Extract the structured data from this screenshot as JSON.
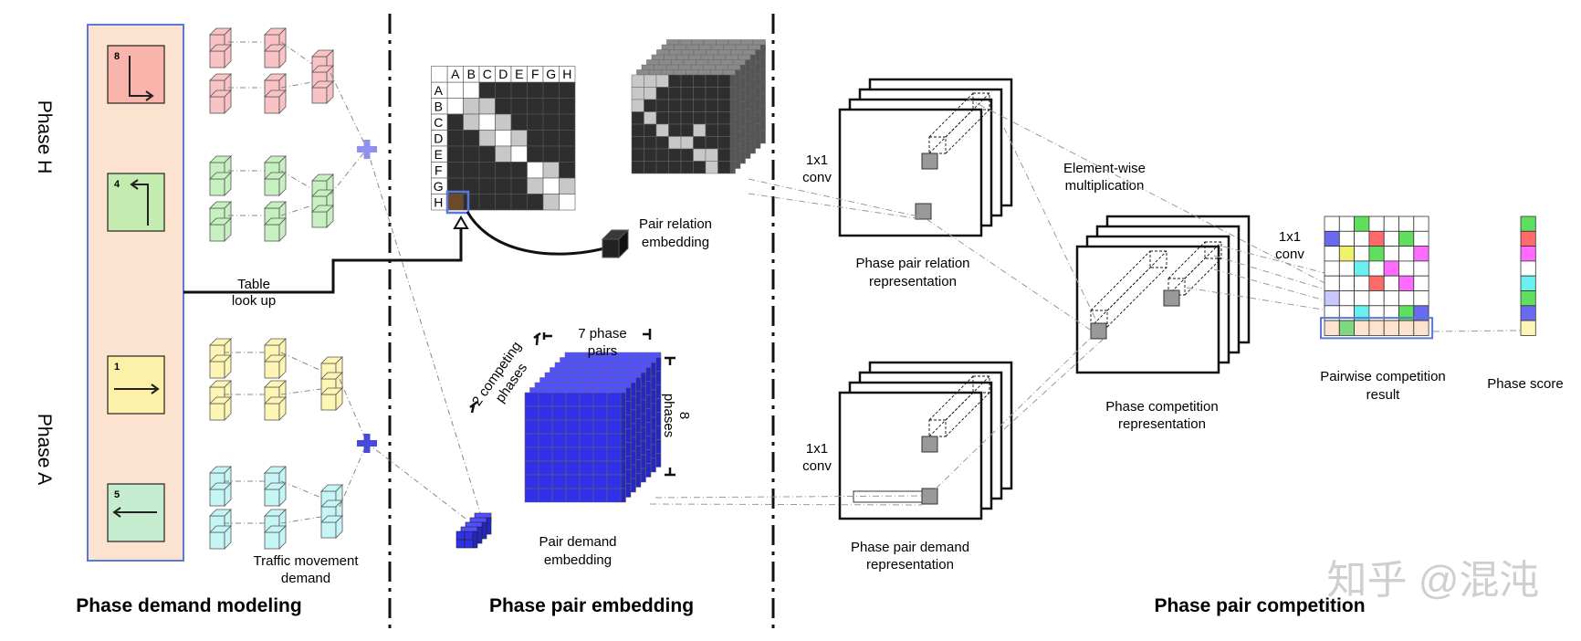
{
  "sections": {
    "left": "Phase demand modeling",
    "middle": "Phase pair embedding",
    "right": "Phase pair competition"
  },
  "phases": {
    "h": "Phase H",
    "a": "Phase A",
    "numbers": [
      "8",
      "4",
      "1",
      "5"
    ]
  },
  "labels": {
    "table_lookup_1": "Table",
    "table_lookup_2": "look up",
    "traffic_1": "Traffic movement",
    "traffic_2": "demand",
    "pair_relation_1": "Pair relation",
    "pair_relation_2": "embedding",
    "pair_demand_1": "Pair demand",
    "pair_demand_2": "embedding",
    "seven_1": "7 phase",
    "seven_2": "pairs",
    "competing_1": "2 competing",
    "competing_2": "phases",
    "eight_1": "8",
    "eight_2": "phases",
    "conv_1": "1x1",
    "conv_2": "conv",
    "ppr_1": "Phase pair relation",
    "ppr_2": "representation",
    "ppd_1": "Phase pair demand",
    "ppd_2": "representation",
    "elem_1": "Element-wise",
    "elem_2": "multiplication",
    "pcr_1": "Phase competition",
    "pcr_2": "representation",
    "pwc_1": "Pairwise competition",
    "pwc_2": "result",
    "score": "Phase score",
    "watermark": "知乎 @混沌"
  },
  "matrix": {
    "cols": [
      "A",
      "B",
      "C",
      "D",
      "E",
      "F",
      "G",
      "H"
    ],
    "rows": [
      "A",
      "B",
      "C",
      "D",
      "E",
      "F",
      "G",
      "H"
    ]
  },
  "colors": {
    "phase_box_bg": "#fbe3cf",
    "phase_box_border": "#5a78d8",
    "pink": "#f9c2c5",
    "green": "#c7f0c0",
    "yellow": "#fdf5b4",
    "cyan": "#c6f5f5",
    "blue": "#3030e6",
    "plus_h": "#9090ef",
    "plus_a": "#4a4ad8",
    "dark_cell": "#2e2e2e",
    "light_cell": "#c8c8c8"
  }
}
